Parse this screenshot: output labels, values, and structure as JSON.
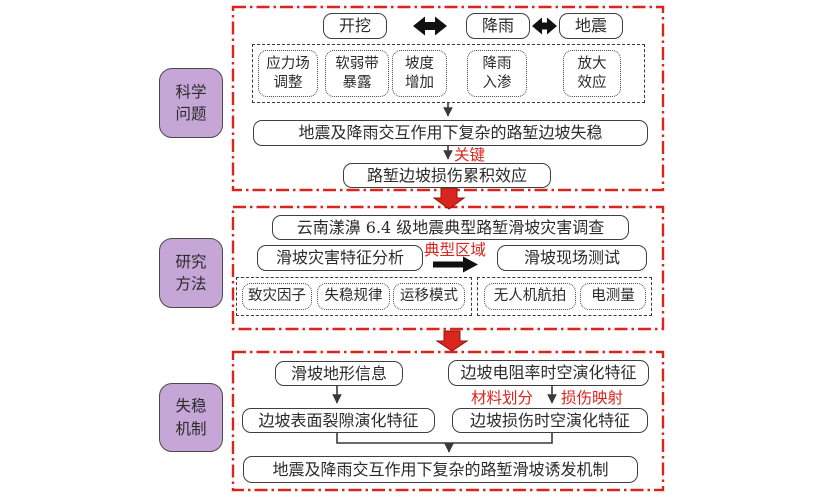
{
  "colors": {
    "accent_red": "#d9251d",
    "side_label_purple": "#c6a5d7",
    "line_black": "#3a3a3a"
  },
  "side_labels": {
    "s1": "科学\n问题",
    "s2": "研究\n方法",
    "s3": "失稳\n机制"
  },
  "s1": {
    "triggers": [
      "开挖",
      "降雨",
      "地震"
    ],
    "factors": [
      "应力场\n调整",
      "软弱带\n暴露",
      "坡度\n增加",
      "降雨\n入渗",
      "放大\n效应"
    ],
    "instability": "地震及降雨交互作用下复杂的路堑边坡失稳",
    "key": "关键",
    "damage_effect": "路堑边坡损伤累积效应"
  },
  "s2": {
    "survey": "云南漾濞 6.4 级地震典型路堑滑坡灾害调查",
    "analysis": "滑坡灾害特征分析",
    "typical_area": "典型区域",
    "field_test": "滑坡现场测试",
    "analysis_items": [
      "致灾因子",
      "失稳规律",
      "运移模式"
    ],
    "test_items": [
      "无人机航拍",
      "电测量"
    ]
  },
  "s3": {
    "terrain": "滑坡地形信息",
    "resistivity": "边坡电阻率时空演化特征",
    "material": "材料划分",
    "damage_map": "损伤映射",
    "crack": "边坡表面裂隙演化特征",
    "damage_evo": "边坡损伤时空演化特征",
    "mechanism": "地震及降雨交互作用下复杂的路堑滑坡诱发机制"
  }
}
